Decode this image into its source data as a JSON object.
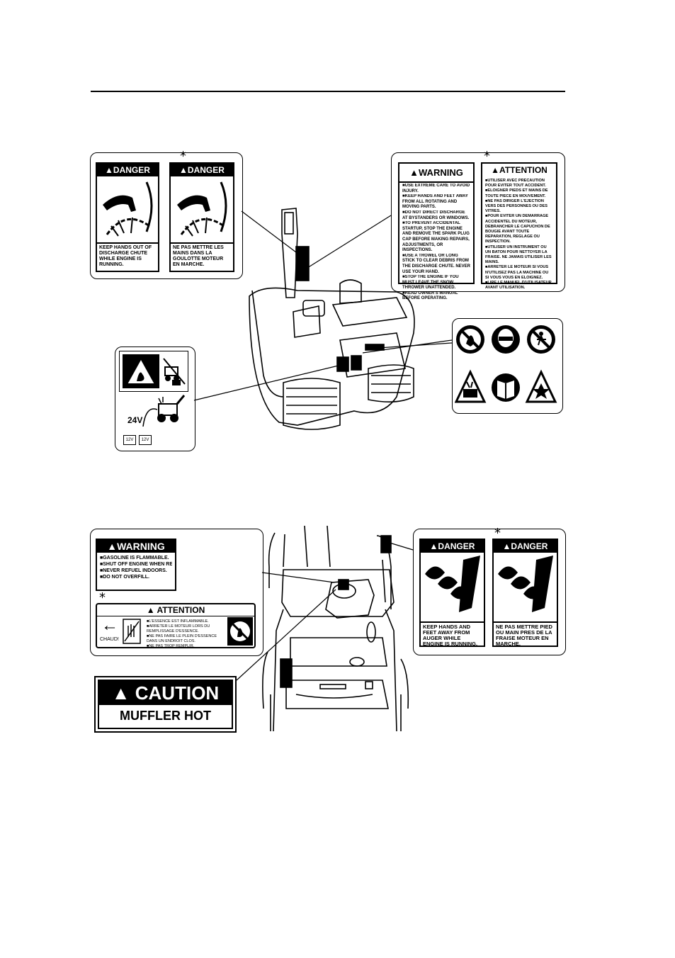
{
  "top_group": {
    "danger_label_en": {
      "header": "▲DANGER",
      "text": "KEEP HANDS OUT OF DISCHARGE CHUTE WHILE ENGINE IS RUNNING."
    },
    "danger_label_fr": {
      "header": "▲DANGER",
      "text": "NE PAS METTRE LES MAINS DANS LA GOULOTTE MOTEUR EN MARCHE."
    },
    "warning_label_en": {
      "header": "▲WARNING",
      "lines": [
        "■USE EXTREME CARE TO AVOID INJURY.",
        "■KEEP HANDS AND FEET AWAY FROM ALL ROTATING AND MOVING PARTS.",
        "■DO NOT DIRECT DISCHARGE AT BYSTANDERS OR WINDOWS.",
        "■TO PREVENT ACCIDENTAL STARTUP, STOP THE ENGINE AND REMOVE THE SPARK PLUG CAP BEFORE MAKING REPAIRS, ADJUSTMENTS, OR INSPECTIONS.",
        "■USE A TROWEL OR LONG STICK TO CLEAR DEBRIS FROM THE DISCHARGE CHUTE. NEVER USE YOUR HAND.",
        "■STOP THE ENGINE IF YOU MUST LEAVE THE SNOW THROWER UNATTENDED.",
        "■READ OWNER'S MANUAL BEFORE OPERATING."
      ]
    },
    "attention_label_fr": {
      "header": "▲ATTENTION",
      "lines": [
        "■UTILISER AVEC PRECAUTION POUR EVITER TOUT ACCIDENT.",
        "■ELOIGNER PIEDS ET MAINS DE TOUTE PIECE EN MOUVEMENT.",
        "■NE PAS DIRIGER L'EJECTION VERS DES PERSONNES OU DES VITRES.",
        "■POUR EVITER UN DEMARRAGE ACCIDENTEL DU MOTEUR, DEBRANCHER LE CAPUCHON DE BOUGIE AVANT TOUTE REPARATION, REGLAGE OU INSPECTION.",
        "■UTILISER UN INSTRUMENT OU UN BATON POUR NETTOYER LA FRAISE. NE JAMAIS UTILISER LES MAINS.",
        "■ARRETER LE MOTEUR SI VOUS N'UTILISEZ PAS LA MACHINE OU SI VOUS VOUS EN ELOIGNEZ.",
        "■LIRE LE MANUEL D'UTILISATEUR AVANT UTILISATION."
      ]
    },
    "battery_label": {
      "voltage": "24V",
      "cell_a": "12V",
      "cell_b": "12V"
    }
  },
  "bottom_group": {
    "fuel_warning_en": {
      "header": "▲WARNING",
      "lines": [
        "■GASOLINE IS FLAMMABLE.",
        "■SHUT OFF ENGINE WHEN REFUELING.",
        "■NEVER REFUEL INDOORS.",
        "■DO NOT OVERFILL."
      ]
    },
    "fuel_attention_fr": {
      "header": "▲ ATTENTION",
      "hot_word": "CHAUD!",
      "lines": [
        "■L'ESSENCE EST INFLAMMABLE.",
        "■ARRETER LE MOTEUR LORS DU REMPLISSAGE D'ESSENCE.",
        "■NE PAS FAIRE LE PLEIN D'ESSENCE DANS UN ENDROIT CLOS.",
        "■NE PAS TROP REMPLIR."
      ]
    },
    "caution_label": {
      "header": "▲ CAUTION",
      "text": "MUFFLER HOT"
    },
    "auger_danger_en": {
      "header": "▲DANGER",
      "text": "KEEP HANDS AND FEET AWAY FROM AUGER WHILE ENGINE IS RUNNING."
    },
    "auger_danger_fr": {
      "header": "▲DANGER",
      "text": "NE PAS METTRE PIED OU MAIN PRES DE LA FRAISE MOTEUR EN MARCHE."
    }
  },
  "marker": "*",
  "colors": {
    "ink": "#000000",
    "paper": "#ffffff"
  }
}
